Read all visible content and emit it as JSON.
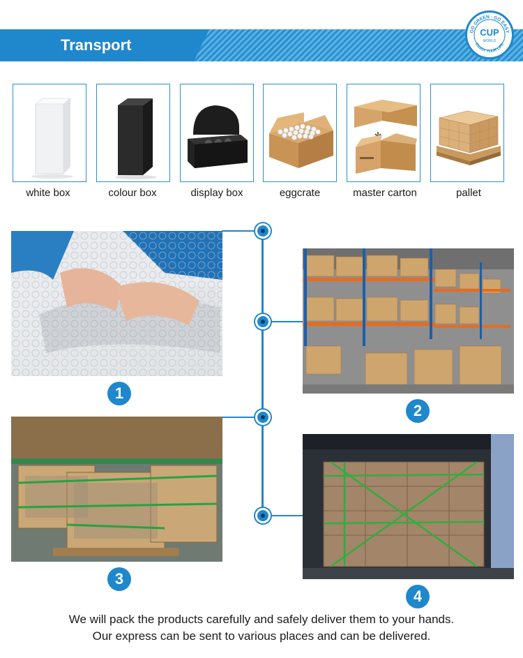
{
  "header": {
    "title": "Transport"
  },
  "logo": {
    "brand": "CUP",
    "sub": "WORLD",
    "ring_top": "GO GREEN · GO EASY",
    "ring_bottom": "ENJOY YOUR LIFE"
  },
  "packaging": [
    {
      "label": "white box"
    },
    {
      "label": "colour box"
    },
    {
      "label": "display box"
    },
    {
      "label": "eggcrate"
    },
    {
      "label": "master carton"
    },
    {
      "label": "pallet"
    }
  ],
  "steps": [
    {
      "number": "1"
    },
    {
      "number": "2"
    },
    {
      "number": "3"
    },
    {
      "number": "4"
    }
  ],
  "footer": {
    "line1": "We will pack the products carefully and safely deliver them to your hands.",
    "line2": "Our express can be sent to various places and can be delivered."
  },
  "colors": {
    "accent": "#1f87cc",
    "stripe": "#5ab3e6"
  }
}
